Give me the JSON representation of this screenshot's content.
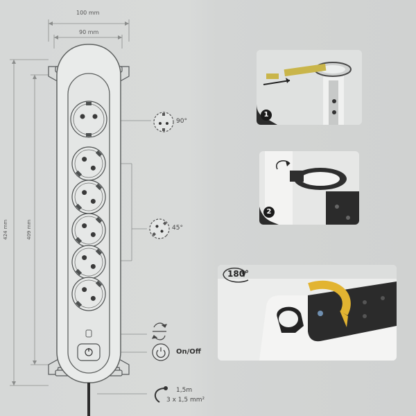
{
  "dimensions": {
    "overall_width": "100 mm",
    "inner_width": "90 mm",
    "overall_height": "424 mm",
    "inner_height": "409 mm"
  },
  "callouts": {
    "angle_top": "90°",
    "angle_mid": "45°",
    "switch": "On/Off",
    "cable_length": "1,5m",
    "cable_spec": "3 x 1,5 mm²"
  },
  "mounting_steps": {
    "step1": "1",
    "step2": "2",
    "rotation": "180°"
  },
  "colors": {
    "strip_body": "#e9ebea",
    "strip_outline": "#6b6d6c",
    "photo_dark": "#2b2b2b",
    "tie_yellow": "#c9b54a",
    "arrow_yellow": "#e2b431"
  }
}
